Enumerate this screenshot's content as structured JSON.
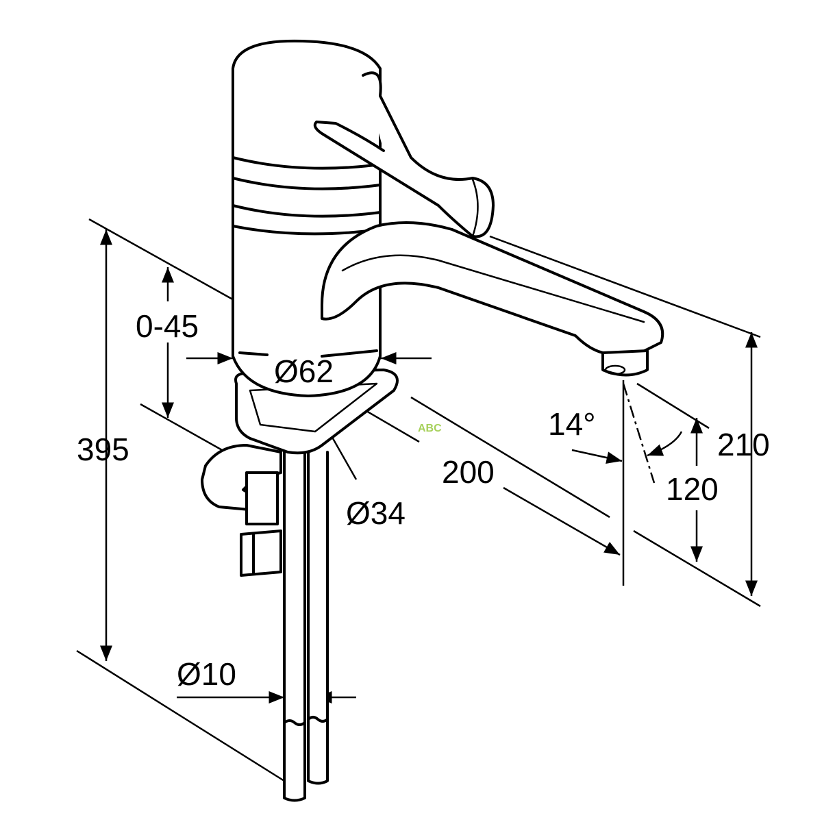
{
  "title": "Single-lever basin mixer technical drawing",
  "watermark": "ABC",
  "colors": {
    "line": "#000000",
    "watermark": "#a6d05a"
  },
  "dimensions": {
    "total_height": "395",
    "deck_thickness": "0-45",
    "body_diameter": "Ø62",
    "base_diameter": "Ø34",
    "spout_reach": "200",
    "spout_angle": "14°",
    "spout_height": "210",
    "outlet_height": "120",
    "hose_diameter": "Ø10"
  }
}
